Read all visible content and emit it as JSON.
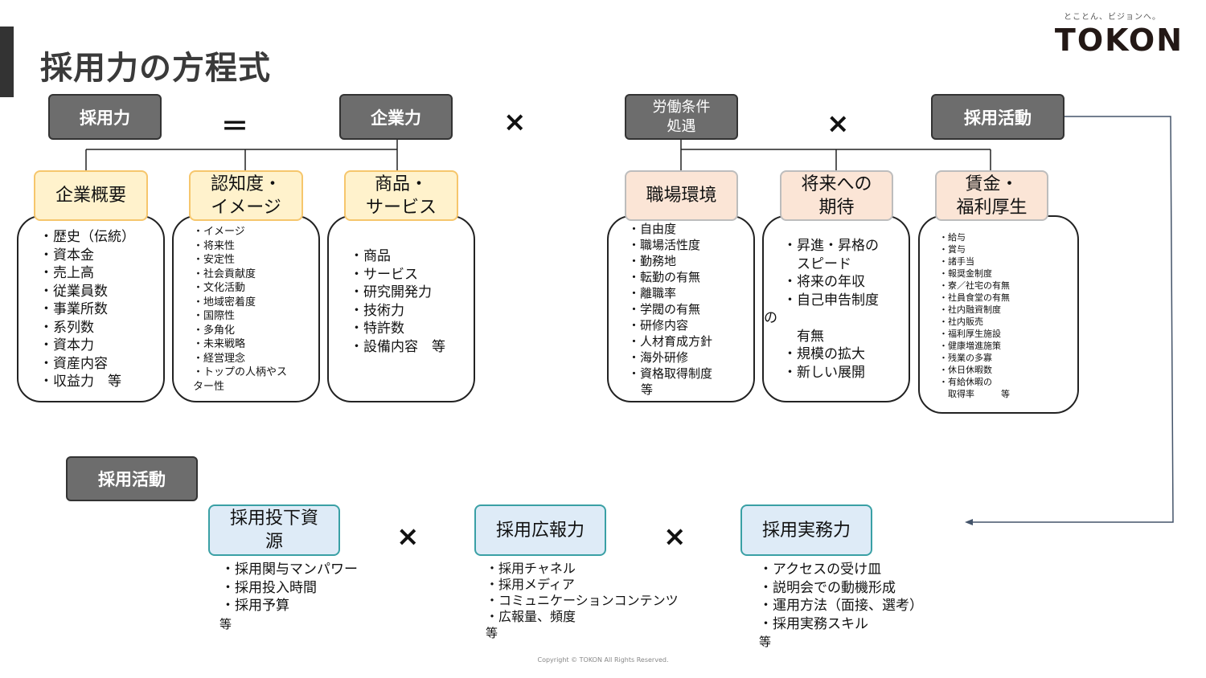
{
  "page": {
    "title": "採用力の方程式",
    "copyright": "Copyright © TOKON All Rights Reserved."
  },
  "logo": {
    "tagline": "とことん、ビジョンへ。",
    "name": "TOKON"
  },
  "equation": {
    "recruit_power": "採用力",
    "equals": "＝",
    "company_power": "企業力",
    "times": "×",
    "labor_conditions": "労働条件\n処遇",
    "recruit_activity": "採用活動"
  },
  "company_categories": [
    {
      "label": "企業概要",
      "items": [
        "・歴史（伝統）",
        "・資本金",
        "・売上高",
        "・従業員数",
        "・事業所数",
        "・系列数",
        "・資本力",
        "・資産内容",
        "・収益力　等"
      ]
    },
    {
      "label": "認知度・\nイメージ",
      "items": [
        "・イメージ",
        "・将来性",
        "・安定性",
        "・社会貢献度",
        "・文化活動",
        "・地域密着度",
        "・国際性",
        "・多角化",
        "・未来戦略",
        "・経営理念",
        "・トップの人柄やス",
        "ター性"
      ]
    },
    {
      "label": "商品・\nサービス",
      "items": [
        "・商品",
        "・サービス",
        "・研究開発力",
        "・技術力",
        "・特許数",
        "・設備内容　等"
      ]
    }
  ],
  "labor_categories": [
    {
      "label": "職場環境",
      "items": [
        "・自由度",
        "・職場活性度",
        "・勤務地",
        "・転勤の有無",
        "・離職率",
        "・学閥の有無",
        "・研修内容",
        "・人材育成方針",
        "・海外研修",
        "・資格取得制度",
        "等"
      ]
    },
    {
      "label": "将来への\n期待",
      "items": [
        "・昇進・昇格の",
        "　スピード",
        "・将来の年収",
        "・自己申告制度",
        "の",
        "　有無",
        "・規模の拡大",
        "・新しい展開"
      ]
    },
    {
      "label": "賃金・\n福利厚生",
      "items": [
        "・給与",
        "・賞与",
        "・諸手当",
        "・報奨金制度",
        "・寮／社宅の有無",
        "・社員食堂の有無",
        "・社内融資制度",
        "・社内販売",
        "・福利厚生施設",
        "・健康増進施策",
        "・残業の多寡",
        "・休日休暇数",
        "・有給休暇の",
        "　取得率　　　等"
      ]
    }
  ],
  "activity": {
    "title": "採用活動",
    "times": "×",
    "categories": [
      {
        "label": "採用投下資\n源",
        "items": [
          "・採用関与マンパワー",
          "・採用投入時間",
          "・採用予算",
          "等"
        ]
      },
      {
        "label": "採用広報力",
        "items": [
          "・採用チャネル",
          "・採用メディア",
          "・コミュニケーションコンテンツ",
          "・広報量、頻度",
          "等"
        ]
      },
      {
        "label": "採用実務力",
        "items": [
          "・アクセスの受け皿",
          "・説明会での動機形成",
          "・運用方法（面接、選考）",
          "・採用実務スキル",
          "等"
        ]
      }
    ]
  },
  "colors": {
    "dark_box": "#6d6d6d",
    "yellow_fill": "#fff2cc",
    "yellow_border": "#f6c66c",
    "peach_fill": "#fbe5d6",
    "blue_fill": "#deebf7",
    "blue_border": "#3aa0a5",
    "arrow": "#44546a"
  }
}
